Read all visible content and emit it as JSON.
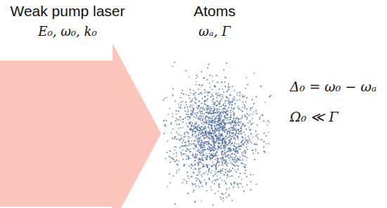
{
  "diagram": {
    "nodes": [
      {
        "text": [
          "Weak pump laser",
          "E₀, ω₀, k₀"
        ]
      },
      {
        "text": [
          "Atoms",
          "ωₐ, Γ"
        ]
      }
    ],
    "labels": [
      "Δ₀ = ω₀ − ωₐ",
      "Ω₀ ≪ Γ"
    ]
  }
}
